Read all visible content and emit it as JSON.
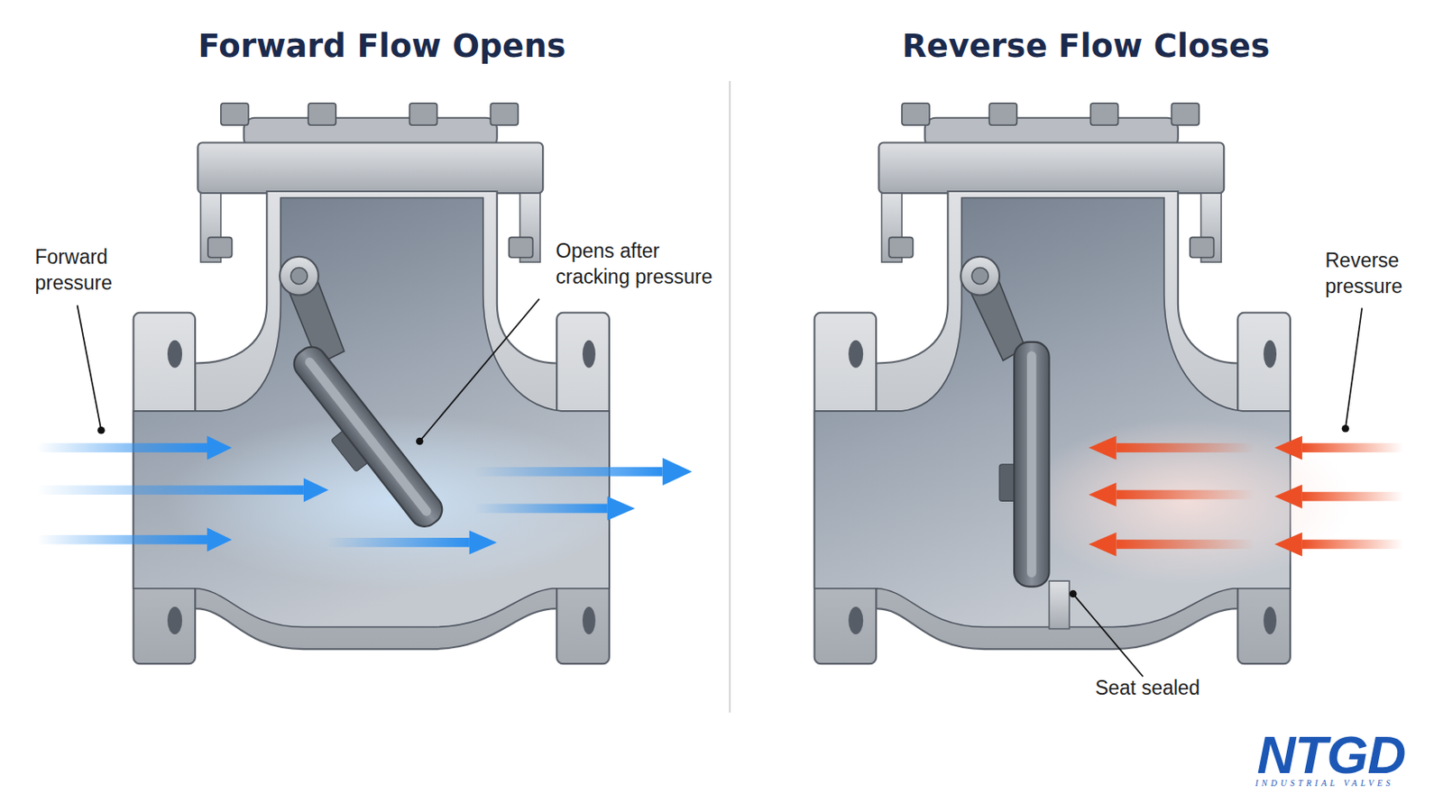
{
  "diagram": {
    "labels": [
      "Forward Flow Opens",
      "Forward pressure",
      "Opens after cracking pressure",
      "Reverse Flow Closes",
      "Reverse pressure",
      "Seat sealed",
      "NTGD",
      "INDUSTRIAL VALVES"
    ]
  }
}
